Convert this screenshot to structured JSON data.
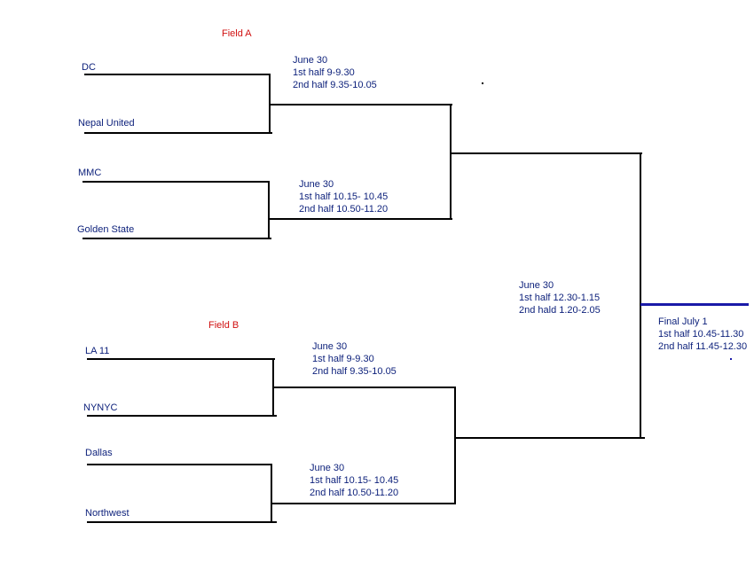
{
  "fields": {
    "field_a": "Field A",
    "field_b": "Field B"
  },
  "teams": {
    "t1": "DC",
    "t2": "Nepal United",
    "t3": "MMC",
    "t4": "Golden State",
    "t5": "LA 11",
    "t6": "NYNYC",
    "t7": "Dallas",
    "t8": "Northwest"
  },
  "games": {
    "g1": {
      "date": "June 30",
      "first": "1st half 9-9.30",
      "second": "2nd half 9.35-10.05"
    },
    "g2": {
      "date": "June 30",
      "first": "1st half 10.15- 10.45",
      "second": "2nd half 10.50-11.20"
    },
    "g3": {
      "date": "June 30",
      "first": "1st half 9-9.30",
      "second": "2nd half 9.35-10.05"
    },
    "g4": {
      "date": "June 30",
      "first": "1st half 10.15- 10.45",
      "second": "2nd half 10.50-11.20"
    },
    "semi": {
      "date": "June 30",
      "first": "1st half 12.30-1.15",
      "second": "2nd hald 1.20-2.05"
    },
    "final": {
      "date": "Final July 1",
      "first": "1st half 10.45-11.30",
      "second": "2nd half 11.45-12.30"
    }
  }
}
